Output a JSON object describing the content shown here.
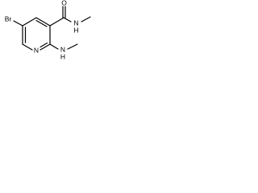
{
  "molecule": {
    "atoms": {
      "bromine": "Br",
      "ring_nitrogen": "N",
      "carbonyl_oxygen": "O",
      "amide_nitrogen": "N",
      "amide_hydrogen": "H",
      "amine_nitrogen": "N",
      "amine_hydrogen": "H"
    },
    "amide_nh_label": "N\nH",
    "amine_nh_label": "N\nH"
  }
}
